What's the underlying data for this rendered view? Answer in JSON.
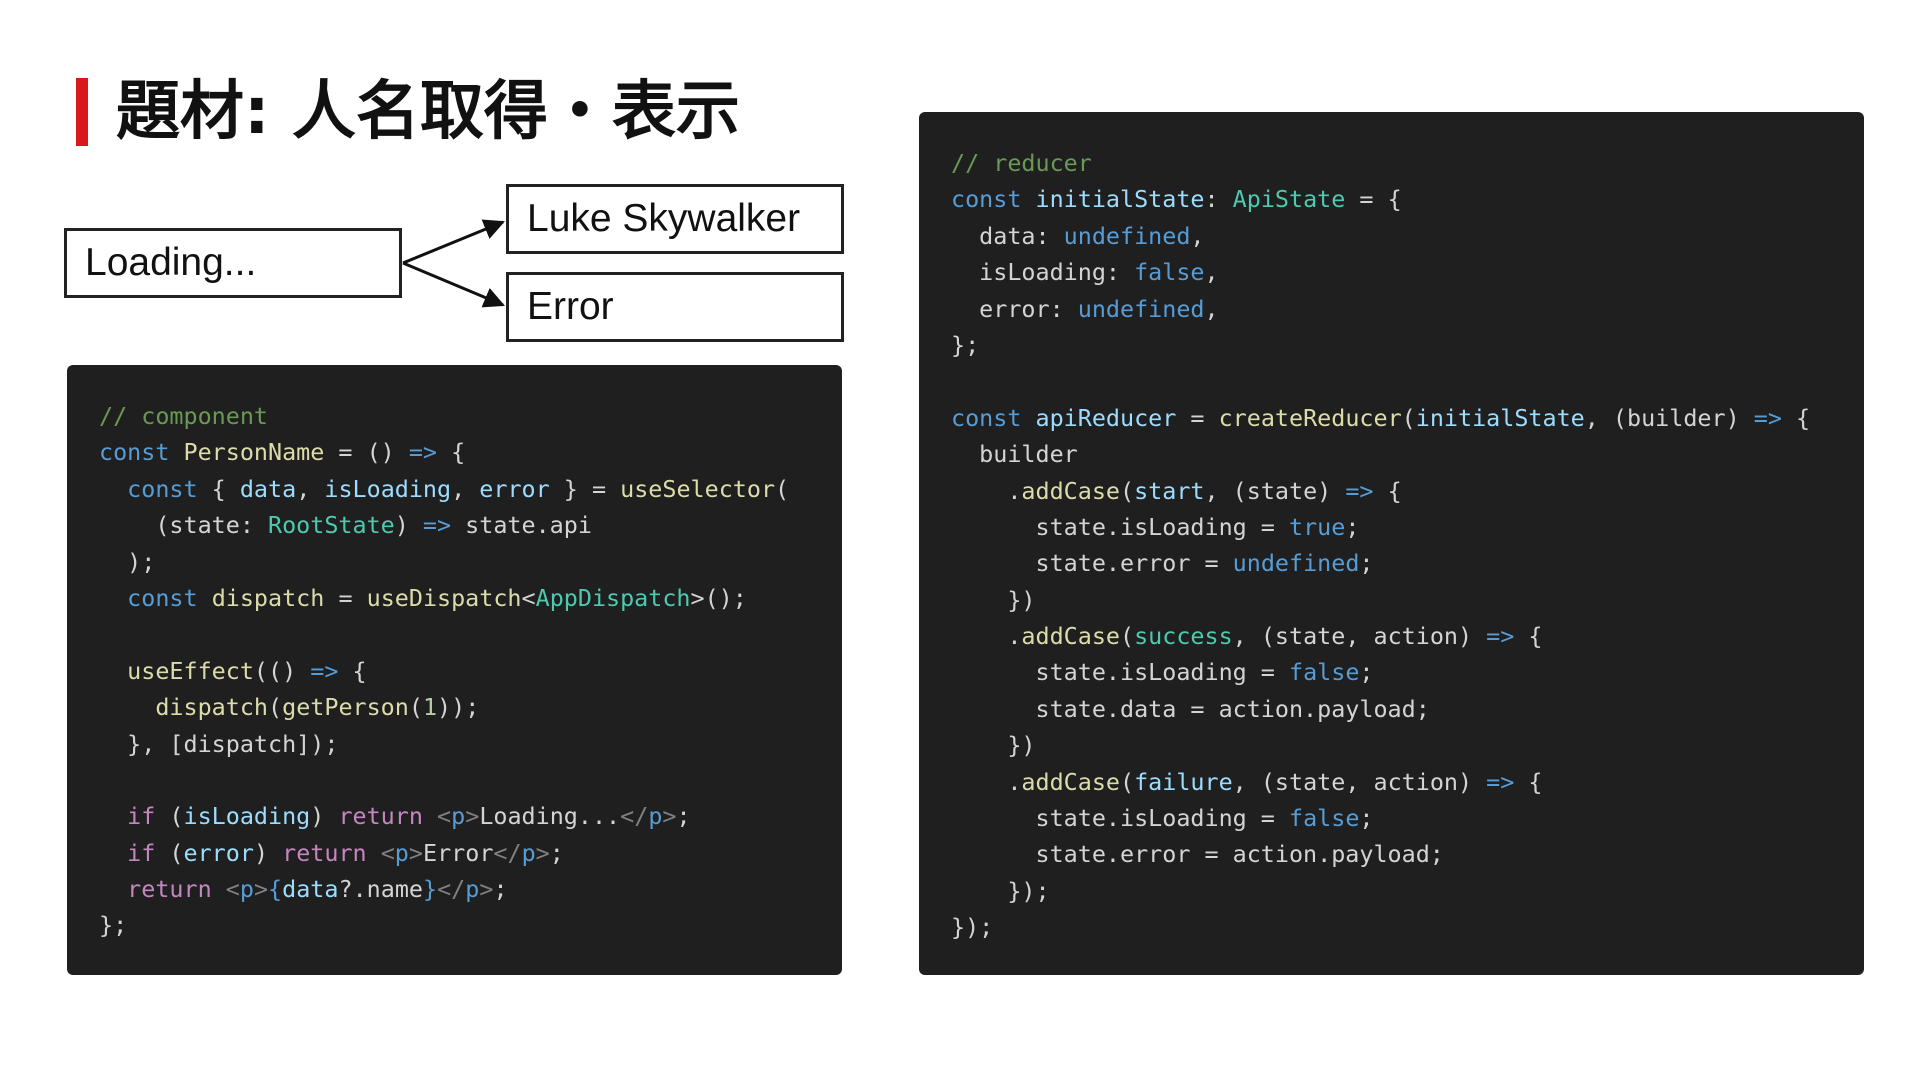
{
  "slide": {
    "title": "題材: 人名取得・表示"
  },
  "diagram": {
    "loading_label": "Loading...",
    "success_label": "Luke Skywalker",
    "error_label": "Error"
  },
  "colors": {
    "accent": "#d7191e",
    "panel_bg": "#1f1f1f",
    "comment": "#6a9955",
    "keyword": "#569cd6",
    "control": "#c586c0",
    "variable": "#9cdcfe",
    "type": "#4ec9b0",
    "function": "#dcdcaa",
    "number": "#b5cea8",
    "plain": "#d4d4d4"
  },
  "component_code": [
    [
      [
        "comment",
        "// component"
      ]
    ],
    [
      [
        "keyword",
        "const "
      ],
      [
        "func",
        "PersonName"
      ],
      [
        "plain",
        " = () "
      ],
      [
        "keyword",
        "=>"
      ],
      [
        "plain",
        " {"
      ]
    ],
    [
      [
        "plain",
        "  "
      ],
      [
        "keyword",
        "const"
      ],
      [
        "plain",
        " { "
      ],
      [
        "variable",
        "data"
      ],
      [
        "plain",
        ", "
      ],
      [
        "variable",
        "isLoading"
      ],
      [
        "plain",
        ", "
      ],
      [
        "variable",
        "error"
      ],
      [
        "plain",
        " } = "
      ],
      [
        "func",
        "useSelector"
      ],
      [
        "plain",
        "("
      ]
    ],
    [
      [
        "plain",
        "    (state: "
      ],
      [
        "type",
        "RootState"
      ],
      [
        "plain",
        ") "
      ],
      [
        "keyword",
        "=>"
      ],
      [
        "plain",
        " state.api"
      ]
    ],
    [
      [
        "plain",
        "  );"
      ]
    ],
    [
      [
        "plain",
        "  "
      ],
      [
        "keyword",
        "const"
      ],
      [
        "plain",
        " "
      ],
      [
        "func",
        "dispatch"
      ],
      [
        "plain",
        " = "
      ],
      [
        "func",
        "useDispatch"
      ],
      [
        "plain",
        "<"
      ],
      [
        "type",
        "AppDispatch"
      ],
      [
        "plain",
        ">();"
      ]
    ],
    [],
    [
      [
        "plain",
        "  "
      ],
      [
        "func",
        "useEffect"
      ],
      [
        "plain",
        "(() "
      ],
      [
        "keyword",
        "=>"
      ],
      [
        "plain",
        " {"
      ]
    ],
    [
      [
        "plain",
        "    "
      ],
      [
        "func",
        "dispatch"
      ],
      [
        "plain",
        "("
      ],
      [
        "func",
        "getPerson"
      ],
      [
        "plain",
        "("
      ],
      [
        "number",
        "1"
      ],
      [
        "plain",
        "));"
      ]
    ],
    [
      [
        "plain",
        "  }, [dispatch]);"
      ]
    ],
    [],
    [
      [
        "plain",
        "  "
      ],
      [
        "control",
        "if"
      ],
      [
        "plain",
        " ("
      ],
      [
        "variable",
        "isLoading"
      ],
      [
        "plain",
        ") "
      ],
      [
        "control",
        "return"
      ],
      [
        "plain",
        " "
      ],
      [
        "tag",
        "<"
      ],
      [
        "keyword",
        "p"
      ],
      [
        "tag",
        ">"
      ],
      [
        "text",
        "Loading..."
      ],
      [
        "tag",
        "</"
      ],
      [
        "keyword",
        "p"
      ],
      [
        "tag",
        ">"
      ],
      [
        "plain",
        ";"
      ]
    ],
    [
      [
        "plain",
        "  "
      ],
      [
        "control",
        "if"
      ],
      [
        "plain",
        " ("
      ],
      [
        "variable",
        "error"
      ],
      [
        "plain",
        ") "
      ],
      [
        "control",
        "return"
      ],
      [
        "plain",
        " "
      ],
      [
        "tag",
        "<"
      ],
      [
        "keyword",
        "p"
      ],
      [
        "tag",
        ">"
      ],
      [
        "text",
        "Error"
      ],
      [
        "tag",
        "</"
      ],
      [
        "keyword",
        "p"
      ],
      [
        "tag",
        ">"
      ],
      [
        "plain",
        ";"
      ]
    ],
    [
      [
        "plain",
        "  "
      ],
      [
        "control",
        "return"
      ],
      [
        "plain",
        " "
      ],
      [
        "tag",
        "<"
      ],
      [
        "keyword",
        "p"
      ],
      [
        "tag",
        ">"
      ],
      [
        "keyword",
        "{"
      ],
      [
        "variable",
        "data"
      ],
      [
        "plain",
        "?.name"
      ],
      [
        "keyword",
        "}"
      ],
      [
        "tag",
        "</"
      ],
      [
        "keyword",
        "p"
      ],
      [
        "tag",
        ">"
      ],
      [
        "plain",
        ";"
      ]
    ],
    [
      [
        "plain",
        "};"
      ]
    ]
  ],
  "reducer_code": [
    [
      [
        "comment",
        "// reducer"
      ]
    ],
    [
      [
        "keyword",
        "const "
      ],
      [
        "variable",
        "initialState"
      ],
      [
        "plain",
        ": "
      ],
      [
        "type",
        "ApiState"
      ],
      [
        "plain",
        " = {"
      ]
    ],
    [
      [
        "plain",
        "  data: "
      ],
      [
        "keyword",
        "undefined"
      ],
      [
        "plain",
        ","
      ]
    ],
    [
      [
        "plain",
        "  isLoading: "
      ],
      [
        "keyword",
        "false"
      ],
      [
        "plain",
        ","
      ]
    ],
    [
      [
        "plain",
        "  error: "
      ],
      [
        "keyword",
        "undefined"
      ],
      [
        "plain",
        ","
      ]
    ],
    [
      [
        "plain",
        "};"
      ]
    ],
    [],
    [
      [
        "keyword",
        "const "
      ],
      [
        "variable",
        "apiReducer"
      ],
      [
        "plain",
        " = "
      ],
      [
        "func",
        "createReducer"
      ],
      [
        "plain",
        "("
      ],
      [
        "variable",
        "initialState"
      ],
      [
        "plain",
        ", (builder) "
      ],
      [
        "keyword",
        "=>"
      ],
      [
        "plain",
        " {"
      ]
    ],
    [
      [
        "plain",
        "  builder"
      ]
    ],
    [
      [
        "plain",
        "    ."
      ],
      [
        "func",
        "addCase"
      ],
      [
        "plain",
        "("
      ],
      [
        "variable",
        "start"
      ],
      [
        "plain",
        ", (state) "
      ],
      [
        "keyword",
        "=>"
      ],
      [
        "plain",
        " {"
      ]
    ],
    [
      [
        "plain",
        "      state.isLoading = "
      ],
      [
        "keyword",
        "true"
      ],
      [
        "plain",
        ";"
      ]
    ],
    [
      [
        "plain",
        "      state.error = "
      ],
      [
        "keyword",
        "undefined"
      ],
      [
        "plain",
        ";"
      ]
    ],
    [
      [
        "plain",
        "    })"
      ]
    ],
    [
      [
        "plain",
        "    ."
      ],
      [
        "func",
        "addCase"
      ],
      [
        "plain",
        "("
      ],
      [
        "type",
        "success"
      ],
      [
        "plain",
        ", (state, action) "
      ],
      [
        "keyword",
        "=>"
      ],
      [
        "plain",
        " {"
      ]
    ],
    [
      [
        "plain",
        "      state.isLoading = "
      ],
      [
        "keyword",
        "false"
      ],
      [
        "plain",
        ";"
      ]
    ],
    [
      [
        "plain",
        "      state.data = action.payload;"
      ]
    ],
    [
      [
        "plain",
        "    })"
      ]
    ],
    [
      [
        "plain",
        "    ."
      ],
      [
        "func",
        "addCase"
      ],
      [
        "plain",
        "("
      ],
      [
        "variable",
        "failure"
      ],
      [
        "plain",
        ", (state, action) "
      ],
      [
        "keyword",
        "=>"
      ],
      [
        "plain",
        " {"
      ]
    ],
    [
      [
        "plain",
        "      state.isLoading = "
      ],
      [
        "keyword",
        "false"
      ],
      [
        "plain",
        ";"
      ]
    ],
    [
      [
        "plain",
        "      state.error = action.payload;"
      ]
    ],
    [
      [
        "plain",
        "    });"
      ]
    ],
    [
      [
        "plain",
        "});"
      ]
    ]
  ]
}
